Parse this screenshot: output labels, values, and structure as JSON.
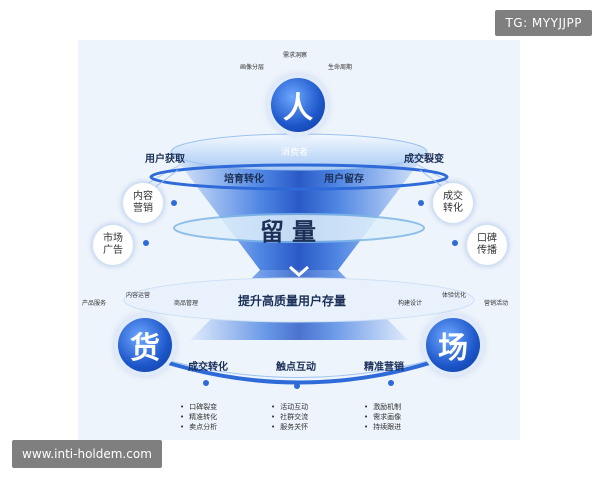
{
  "watermark_top": "TG: MYYJJPP",
  "watermark_bottom": "www.inti-holdem.com",
  "top_circle": {
    "char": "人",
    "tags": [
      "画像分层",
      "需求洞察",
      "生命周期"
    ]
  },
  "top_ring": {
    "center": "消费者",
    "left": "用户获取",
    "right": "成交裂变",
    "mid_left": "培育转化",
    "mid_right": "用户留存"
  },
  "middle": {
    "text": "留量"
  },
  "bottom_title": "提升高质量用户存量",
  "side_bubbles": {
    "left_upper": "内容营销",
    "left_lower": "市场广告",
    "right_upper": "成交转化",
    "right_lower": "口碑传播"
  },
  "left_circle": {
    "char": "货",
    "tags": [
      "产品服务",
      "内容运营",
      "商品管理"
    ]
  },
  "right_circle": {
    "char": "场",
    "tags": [
      "构建设计",
      "体验优化",
      "营销活动"
    ]
  },
  "bottom_row": [
    "成交转化",
    "触点互动",
    "精准营销"
  ],
  "lists": [
    [
      "口碑裂变",
      "精准转化",
      "卖点分析"
    ],
    [
      "活动互动",
      "社群交流",
      "服务关怀"
    ],
    [
      "激励机制",
      "需求画像",
      "持续跟进"
    ]
  ],
  "colors": {
    "primary": "#1d56c9",
    "light": "#cfe3fb",
    "background": "#eef4fb"
  }
}
